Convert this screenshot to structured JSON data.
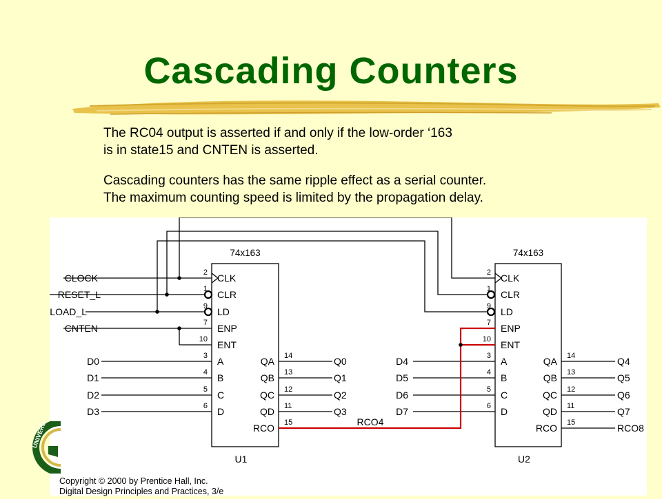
{
  "slide": {
    "title": "Cascading Counters",
    "line1a": "The RC04 output is asserted if and only if the low-order ‘163",
    "line1b": "is in state15 and CNTEN is asserted.",
    "line2a": "Cascading counters has the same ripple effect as a serial counter.",
    "line2b": "The maximum counting speed is limited by the propagation delay."
  },
  "diagram": {
    "inputs": [
      "CLOCK",
      "RESET_L",
      "LOAD_L",
      "CNTEN"
    ],
    "left_data_inputs": [
      "D0",
      "D1",
      "D2",
      "D3"
    ],
    "right_data_inputs": [
      "D4",
      "D5",
      "D6",
      "D7"
    ],
    "left_outputs": [
      "Q0",
      "Q1",
      "Q2",
      "Q3"
    ],
    "right_outputs": [
      "Q4",
      "Q5",
      "Q6",
      "Q7",
      "RCO8"
    ],
    "rco_net": "RCO4",
    "chips": [
      {
        "type": "74x163",
        "ref": "U1"
      },
      {
        "type": "74x163",
        "ref": "U2"
      }
    ],
    "pins_left": [
      {
        "num": "2",
        "name": "CLK"
      },
      {
        "num": "1",
        "name": "CLR"
      },
      {
        "num": "9",
        "name": "LD"
      },
      {
        "num": "7",
        "name": "ENP"
      },
      {
        "num": "10",
        "name": "ENT"
      },
      {
        "num": "3",
        "name": "A"
      },
      {
        "num": "4",
        "name": "B"
      },
      {
        "num": "5",
        "name": "C"
      },
      {
        "num": "6",
        "name": "D"
      }
    ],
    "pins_right": [
      {
        "num": "14",
        "name": "QA"
      },
      {
        "num": "13",
        "name": "QB"
      },
      {
        "num": "12",
        "name": "QC"
      },
      {
        "num": "11",
        "name": "QD"
      },
      {
        "num": "15",
        "name": "RCO"
      }
    ]
  },
  "footer": {
    "copyright": "Copyright © 2000 by Prentice Hall, Inc.",
    "book": "Digital Design Principles and Practices, 3/e",
    "seal_text": "UNIVERS"
  },
  "colors": {
    "background": "#ffffcc",
    "title": "#006600",
    "highlight_wire": "#cc0000",
    "brush": "#e8c24a"
  }
}
